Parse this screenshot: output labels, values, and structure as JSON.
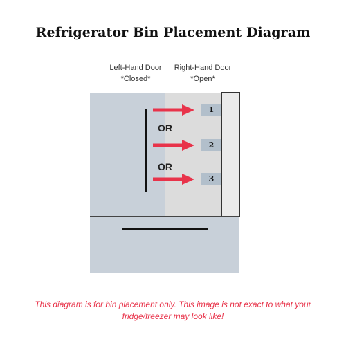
{
  "title": "Refrigerator Bin Placement Diagram",
  "left_door": {
    "name": "Left-Hand Door",
    "state": "*Closed*"
  },
  "right_door": {
    "name": "Right-Hand Door",
    "state": "*Open*"
  },
  "separators": [
    "OR",
    "OR"
  ],
  "bins": [
    {
      "label": "1"
    },
    {
      "label": "2"
    },
    {
      "label": "3"
    }
  ],
  "disclaimer": "This diagram is for bin placement only. This image is not exact to what your fridge/freezer may look like!",
  "colors": {
    "arrow": "#e8334a",
    "bin": "#b2bfcb",
    "left_door": "#c8d0d9",
    "right_door": "#dcdcdc",
    "disclaimer": "#e8334a"
  },
  "icons": {
    "arrow": "right-arrow-icon"
  }
}
